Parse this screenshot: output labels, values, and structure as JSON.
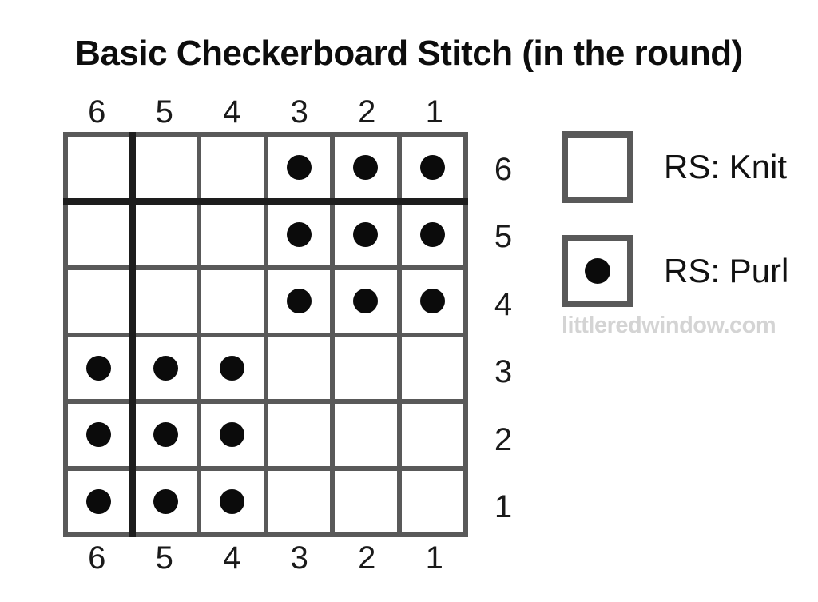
{
  "title": "Basic Checkerboard Stitch (in the round)",
  "watermark": "littleredwindow.com",
  "colors": {
    "background": "#ffffff",
    "grid_line": "#595959",
    "repeat_marker_line": "#1d1d1d",
    "stitch_dot": "#0b0b0b",
    "text": "#111111",
    "watermark_text": "#d4d4d4"
  },
  "chart_data": {
    "type": "knitting-chart",
    "grid": "6x6",
    "column_labels_top": [
      "6",
      "5",
      "4",
      "3",
      "2",
      "1"
    ],
    "column_labels_bottom": [
      "6",
      "5",
      "4",
      "3",
      "2",
      "1"
    ],
    "row_labels_right": [
      "6",
      "5",
      "4",
      "3",
      "2",
      "1"
    ],
    "rows": [
      {
        "label": "6",
        "stitches": [
          "K",
          "K",
          "K",
          "P",
          "P",
          "P"
        ]
      },
      {
        "label": "5",
        "stitches": [
          "K",
          "K",
          "K",
          "P",
          "P",
          "P"
        ]
      },
      {
        "label": "4",
        "stitches": [
          "K",
          "K",
          "K",
          "P",
          "P",
          "P"
        ]
      },
      {
        "label": "3",
        "stitches": [
          "P",
          "P",
          "P",
          "K",
          "K",
          "K"
        ]
      },
      {
        "label": "2",
        "stitches": [
          "P",
          "P",
          "P",
          "K",
          "K",
          "K"
        ]
      },
      {
        "label": "1",
        "stitches": [
          "P",
          "P",
          "P",
          "K",
          "K",
          "K"
        ]
      }
    ],
    "repeat_marker": {
      "dark_line_after_column_index": 0,
      "dark_line_after_row_index": 0
    }
  },
  "legend": {
    "items": [
      {
        "symbol": "knit-square",
        "label": "RS: Knit"
      },
      {
        "symbol": "purl-dot-square",
        "label": "RS: Purl"
      }
    ]
  }
}
